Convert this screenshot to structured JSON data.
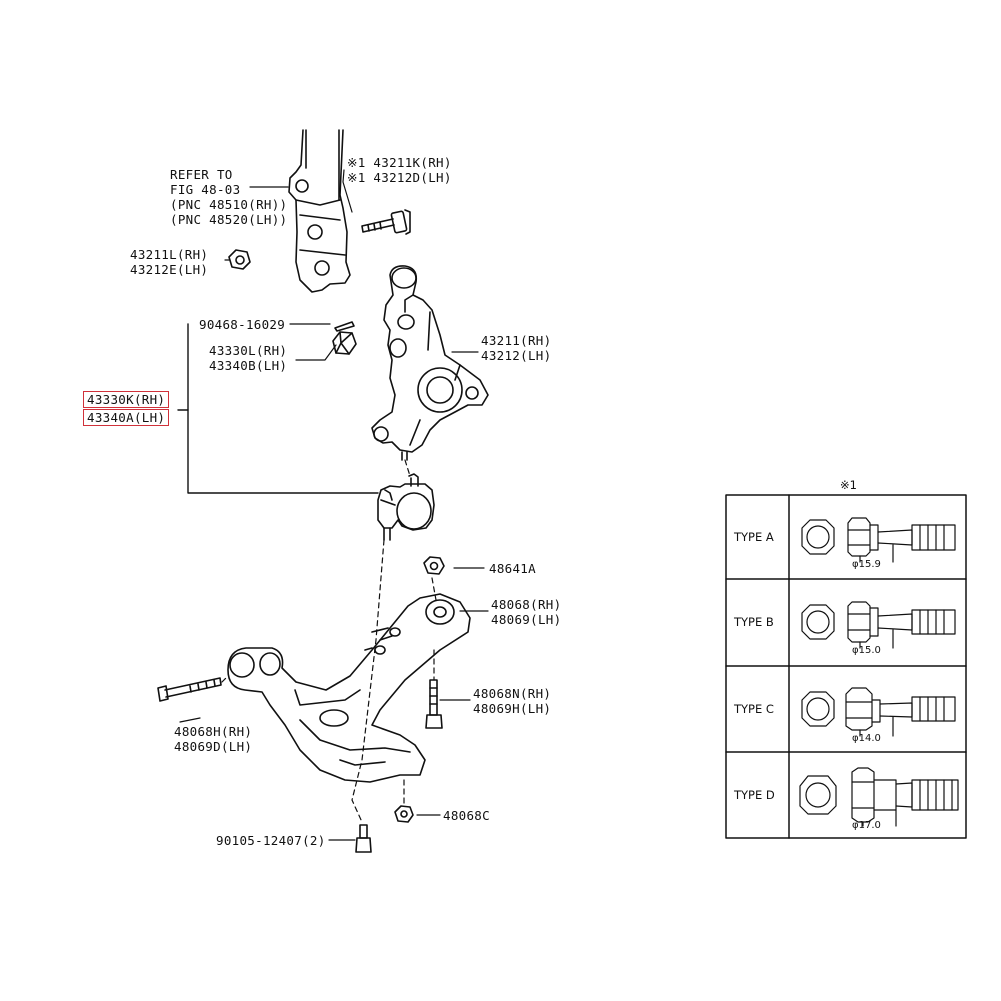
{
  "callouts": {
    "refer_to": [
      "REFER TO",
      "FIG 48-03",
      "(PNC 48510(RH))",
      "(PNC 48520(LH))"
    ],
    "bolt_43211k": [
      "※1 43211K(RH)",
      "※1 43212D(LH)"
    ],
    "nut_43211l": [
      "43211L(RH)",
      "43212E(LH)"
    ],
    "cotter_pin": "90468-16029",
    "nut_43330l": [
      "43330L(RH)",
      "43340B(LH)"
    ],
    "ball_joint": [
      "43330K(RH)",
      "43340A(LH)"
    ],
    "knuckle": [
      "43211(RH)",
      "43212(LH)"
    ],
    "nut_48641a": "48641A",
    "bushing_48068": [
      "48068(RH)",
      "48069(LH)"
    ],
    "bolt_48068n": [
      "48068N(RH)",
      "48069H(LH)"
    ],
    "bolt_48068h": [
      "48068H(RH)",
      "48069D(LH)"
    ],
    "nut_48068c": "48068C",
    "bolt_90105": "90105-12407(2)"
  },
  "type_table": {
    "marker": "※1",
    "rows": [
      {
        "type": "TYPE A",
        "diameter": "φ15.9"
      },
      {
        "type": "TYPE B",
        "diameter": "φ15.0"
      },
      {
        "type": "TYPE C",
        "diameter": "φ14.0"
      },
      {
        "type": "TYPE D",
        "diameter": "φ17.0"
      }
    ]
  },
  "colors": {
    "highlight": "#d0313a",
    "ink": "#111111"
  }
}
